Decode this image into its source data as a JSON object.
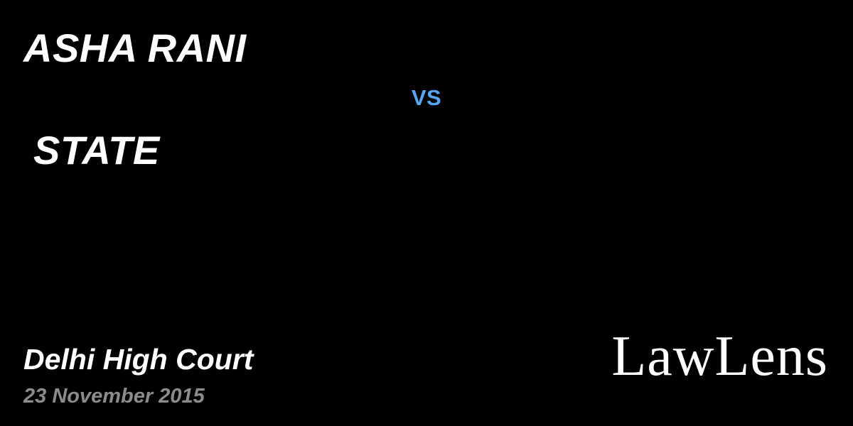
{
  "background_color": "#000000",
  "case": {
    "party_appellant": "ASHA RANI",
    "versus_label": "VS",
    "party_respondent": "STATE"
  },
  "court": {
    "name": "Delhi High Court",
    "date": "23 November 2015"
  },
  "brand": {
    "logo_text": "LawLens"
  },
  "colors": {
    "versus_accent": "#58a6f2",
    "primary_text": "#ffffff",
    "date_text": "#8c8c8c"
  }
}
